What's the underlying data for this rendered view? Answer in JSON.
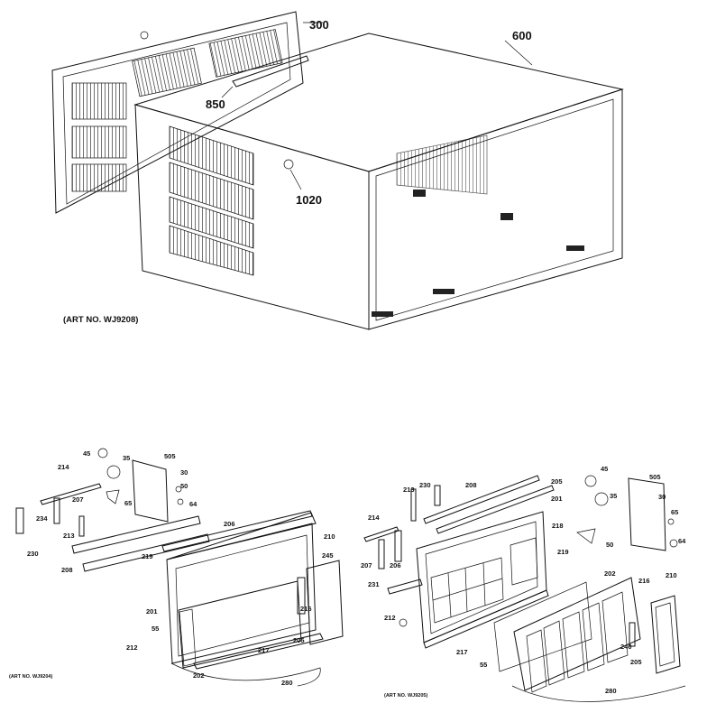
{
  "top_assembly": {
    "art_no": "(ART NO. WJ9208)",
    "labels": [
      "300",
      "600",
      "850",
      "1020"
    ]
  },
  "bottom_left_assembly": {
    "art_no": "(ART NO. WJ9204)",
    "labels": [
      "45",
      "35",
      "505",
      "214",
      "207",
      "30",
      "50",
      "64",
      "65",
      "234",
      "213",
      "206",
      "230",
      "208",
      "219",
      "210",
      "201",
      "245",
      "216",
      "55",
      "217",
      "202",
      "205",
      "212",
      "280"
    ]
  },
  "bottom_right_assembly": {
    "art_no": "(ART NO. WJ9205)",
    "labels": [
      "213",
      "230",
      "208",
      "205",
      "45",
      "201",
      "35",
      "505",
      "214",
      "218",
      "30",
      "65",
      "207",
      "206",
      "50",
      "64",
      "231",
      "219",
      "202",
      "216",
      "212",
      "210",
      "217",
      "55",
      "240",
      "205",
      "280"
    ]
  }
}
